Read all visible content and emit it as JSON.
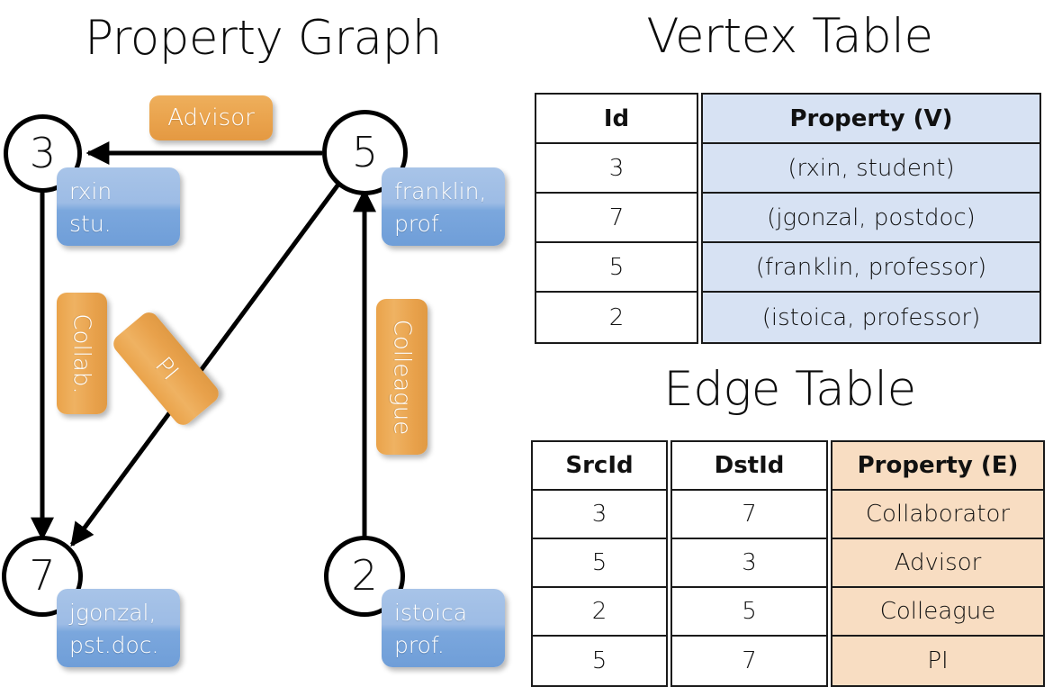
{
  "titles": {
    "property_graph": "Property Graph",
    "vertex_table": "Vertex Table",
    "edge_table": "Edge Table"
  },
  "graph": {
    "nodes": [
      {
        "id": "3",
        "property_lines": [
          "rxin",
          "stu."
        ]
      },
      {
        "id": "5",
        "property_lines": [
          "franklin,",
          "prof."
        ]
      },
      {
        "id": "7",
        "property_lines": [
          "jgonzal,",
          "pst.doc."
        ]
      },
      {
        "id": "2",
        "property_lines": [
          "istoica",
          "prof."
        ]
      }
    ],
    "node_labels": {
      "n3": "3",
      "n5": "5",
      "n7": "7",
      "n2": "2"
    },
    "property_labels": {
      "rxin_l1": "rxin",
      "rxin_l2": "stu.",
      "franklin_l1": "franklin,",
      "franklin_l2": "prof.",
      "jgonzal_l1": "jgonzal,",
      "jgonzal_l2": "pst.doc.",
      "istoica_l1": "istoica",
      "istoica_l2": "prof."
    },
    "edge_labels": {
      "advisor": "Advisor",
      "collab": "Collab.",
      "pi": "PI",
      "colleague": "Colleague"
    },
    "edges": [
      {
        "from": "5",
        "to": "3",
        "label": "Advisor"
      },
      {
        "from": "3",
        "to": "7",
        "label": "Collab."
      },
      {
        "from": "5",
        "to": "7",
        "label": "PI"
      },
      {
        "from": "2",
        "to": "5",
        "label": "Colleague"
      }
    ]
  },
  "vertex_table": {
    "headers": {
      "id": "Id",
      "property": "Property (V)"
    },
    "rows": [
      {
        "id": "3",
        "property": "(rxin, student)"
      },
      {
        "id": "7",
        "property": "(jgonzal, postdoc)"
      },
      {
        "id": "5",
        "property": "(franklin, professor)"
      },
      {
        "id": "2",
        "property": "(istoica, professor)"
      }
    ]
  },
  "edge_table": {
    "headers": {
      "src": "SrcId",
      "dst": "DstId",
      "property": "Property (E)"
    },
    "rows": [
      {
        "src": "3",
        "dst": "7",
        "property": "Collaborator"
      },
      {
        "src": "5",
        "dst": "3",
        "property": "Advisor"
      },
      {
        "src": "2",
        "dst": "5",
        "property": "Colleague"
      },
      {
        "src": "5",
        "dst": "7",
        "property": "PI"
      }
    ]
  },
  "colors": {
    "vertex_property_fill": "#d7e2f3",
    "edge_property_fill": "#f8ddc2",
    "node_box_blue": "#8cb3e0",
    "edge_label_orange": "#eaa44e",
    "stroke": "#000000"
  }
}
